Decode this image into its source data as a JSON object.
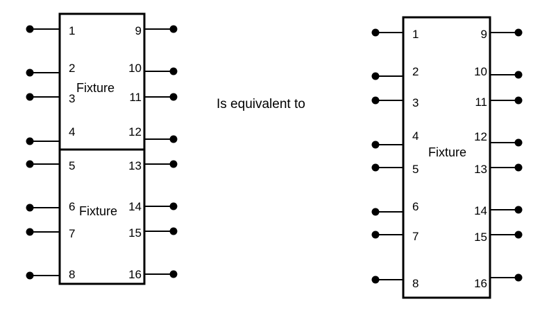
{
  "caption": "Is equivalent to",
  "left": {
    "upper": {
      "label": "Fixture",
      "left_pins": [
        "1",
        "2",
        "3",
        "4"
      ],
      "right_pins": [
        "9",
        "10",
        "11",
        "12"
      ]
    },
    "lower": {
      "label": "Fixture",
      "left_pins": [
        "5",
        "6",
        "7",
        "8"
      ],
      "right_pins": [
        "13",
        "14",
        "15",
        "16"
      ]
    }
  },
  "right": {
    "label": "Fixture",
    "left_pins": [
      "1",
      "2",
      "3",
      "4",
      "5",
      "6",
      "7",
      "8"
    ],
    "right_pins": [
      "9",
      "10",
      "11",
      "12",
      "13",
      "14",
      "15",
      "16"
    ]
  }
}
